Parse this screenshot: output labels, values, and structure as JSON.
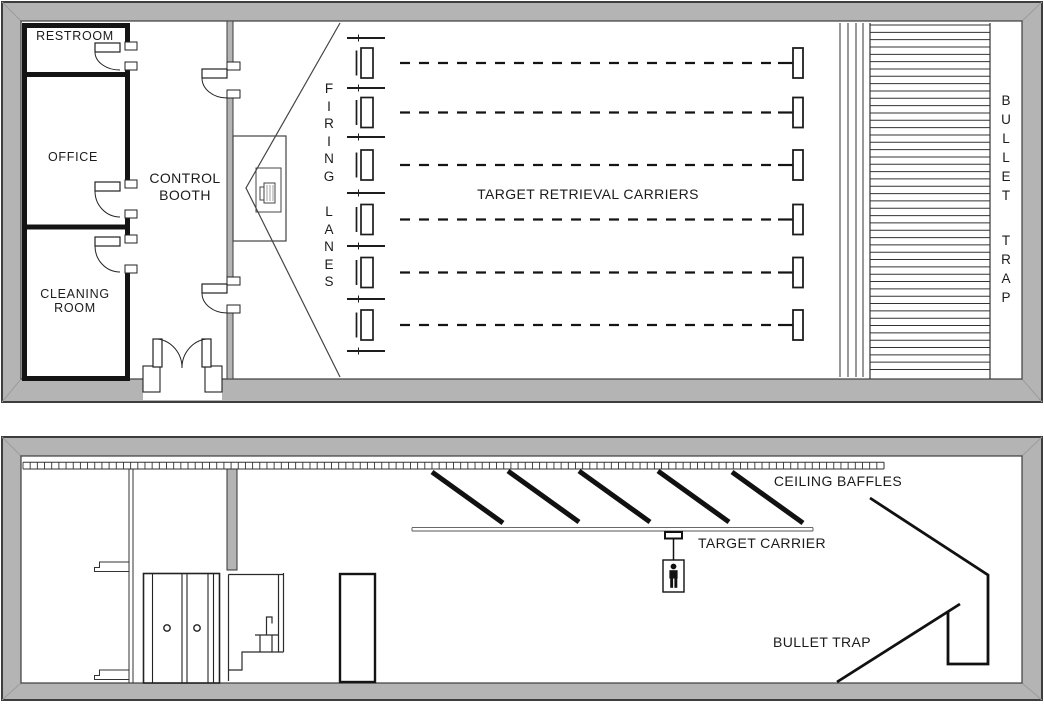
{
  "plan_view": {
    "rooms": {
      "restroom": "RESTROOM",
      "office": "OFFICE",
      "cleaning_room": "CLEANING ROOM"
    },
    "control_booth_label": "CONTROL BOOTH",
    "firing_lanes_label": "FIRING LANES",
    "target_retrieval_carriers_label": "TARGET RETRIEVAL CARRIERS",
    "bullet_trap_label": "BULLET TRAP",
    "lane_count": 6,
    "target_count": 6
  },
  "section_view": {
    "ceiling_baffles_label": "CEILING BAFFLES",
    "target_carrier_label": "TARGET CARRIER",
    "bullet_trap_label": "BULLET TRAP",
    "baffle_count": 5
  },
  "icons": {
    "person_target": "person-silhouette-target-icon",
    "door_swings": "door-swing-icon",
    "control_console": "control-console-icon",
    "ceiling_baffle": "baffle-diagonal-icon"
  },
  "colors": {
    "wall_gray": "#b4b4b4",
    "line_black": "#1a1a1a",
    "background": "#ffffff"
  }
}
